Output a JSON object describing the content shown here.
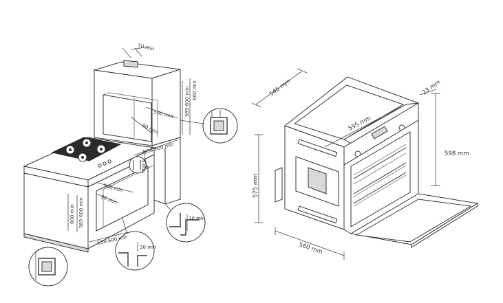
{
  "left_figure": {
    "labels": {
      "top_gap": "50 min",
      "cabinet_depth": "560 min",
      "cabinet_height_range": "585-600 min",
      "cabinet_height_min": "600 min",
      "rear_gap": "90 min",
      "width_range": "556-600 min",
      "side_gap": "5 min",
      "under_depth": "560 min",
      "under_rear_gap": "90 min",
      "under_height_min": "600 min",
      "under_height_range": "585-600 min",
      "under_width_range": "556-600 min",
      "vent_detail_a": "30 min",
      "vent_detail_b": "30 min"
    }
  },
  "right_figure": {
    "labels": {
      "depth_top": "546 mm",
      "width_front": "595 mm",
      "panel_thickness": "23 mm",
      "height_front": "598 mm",
      "height_body": "575 mm",
      "width_body": "560 mm"
    }
  }
}
